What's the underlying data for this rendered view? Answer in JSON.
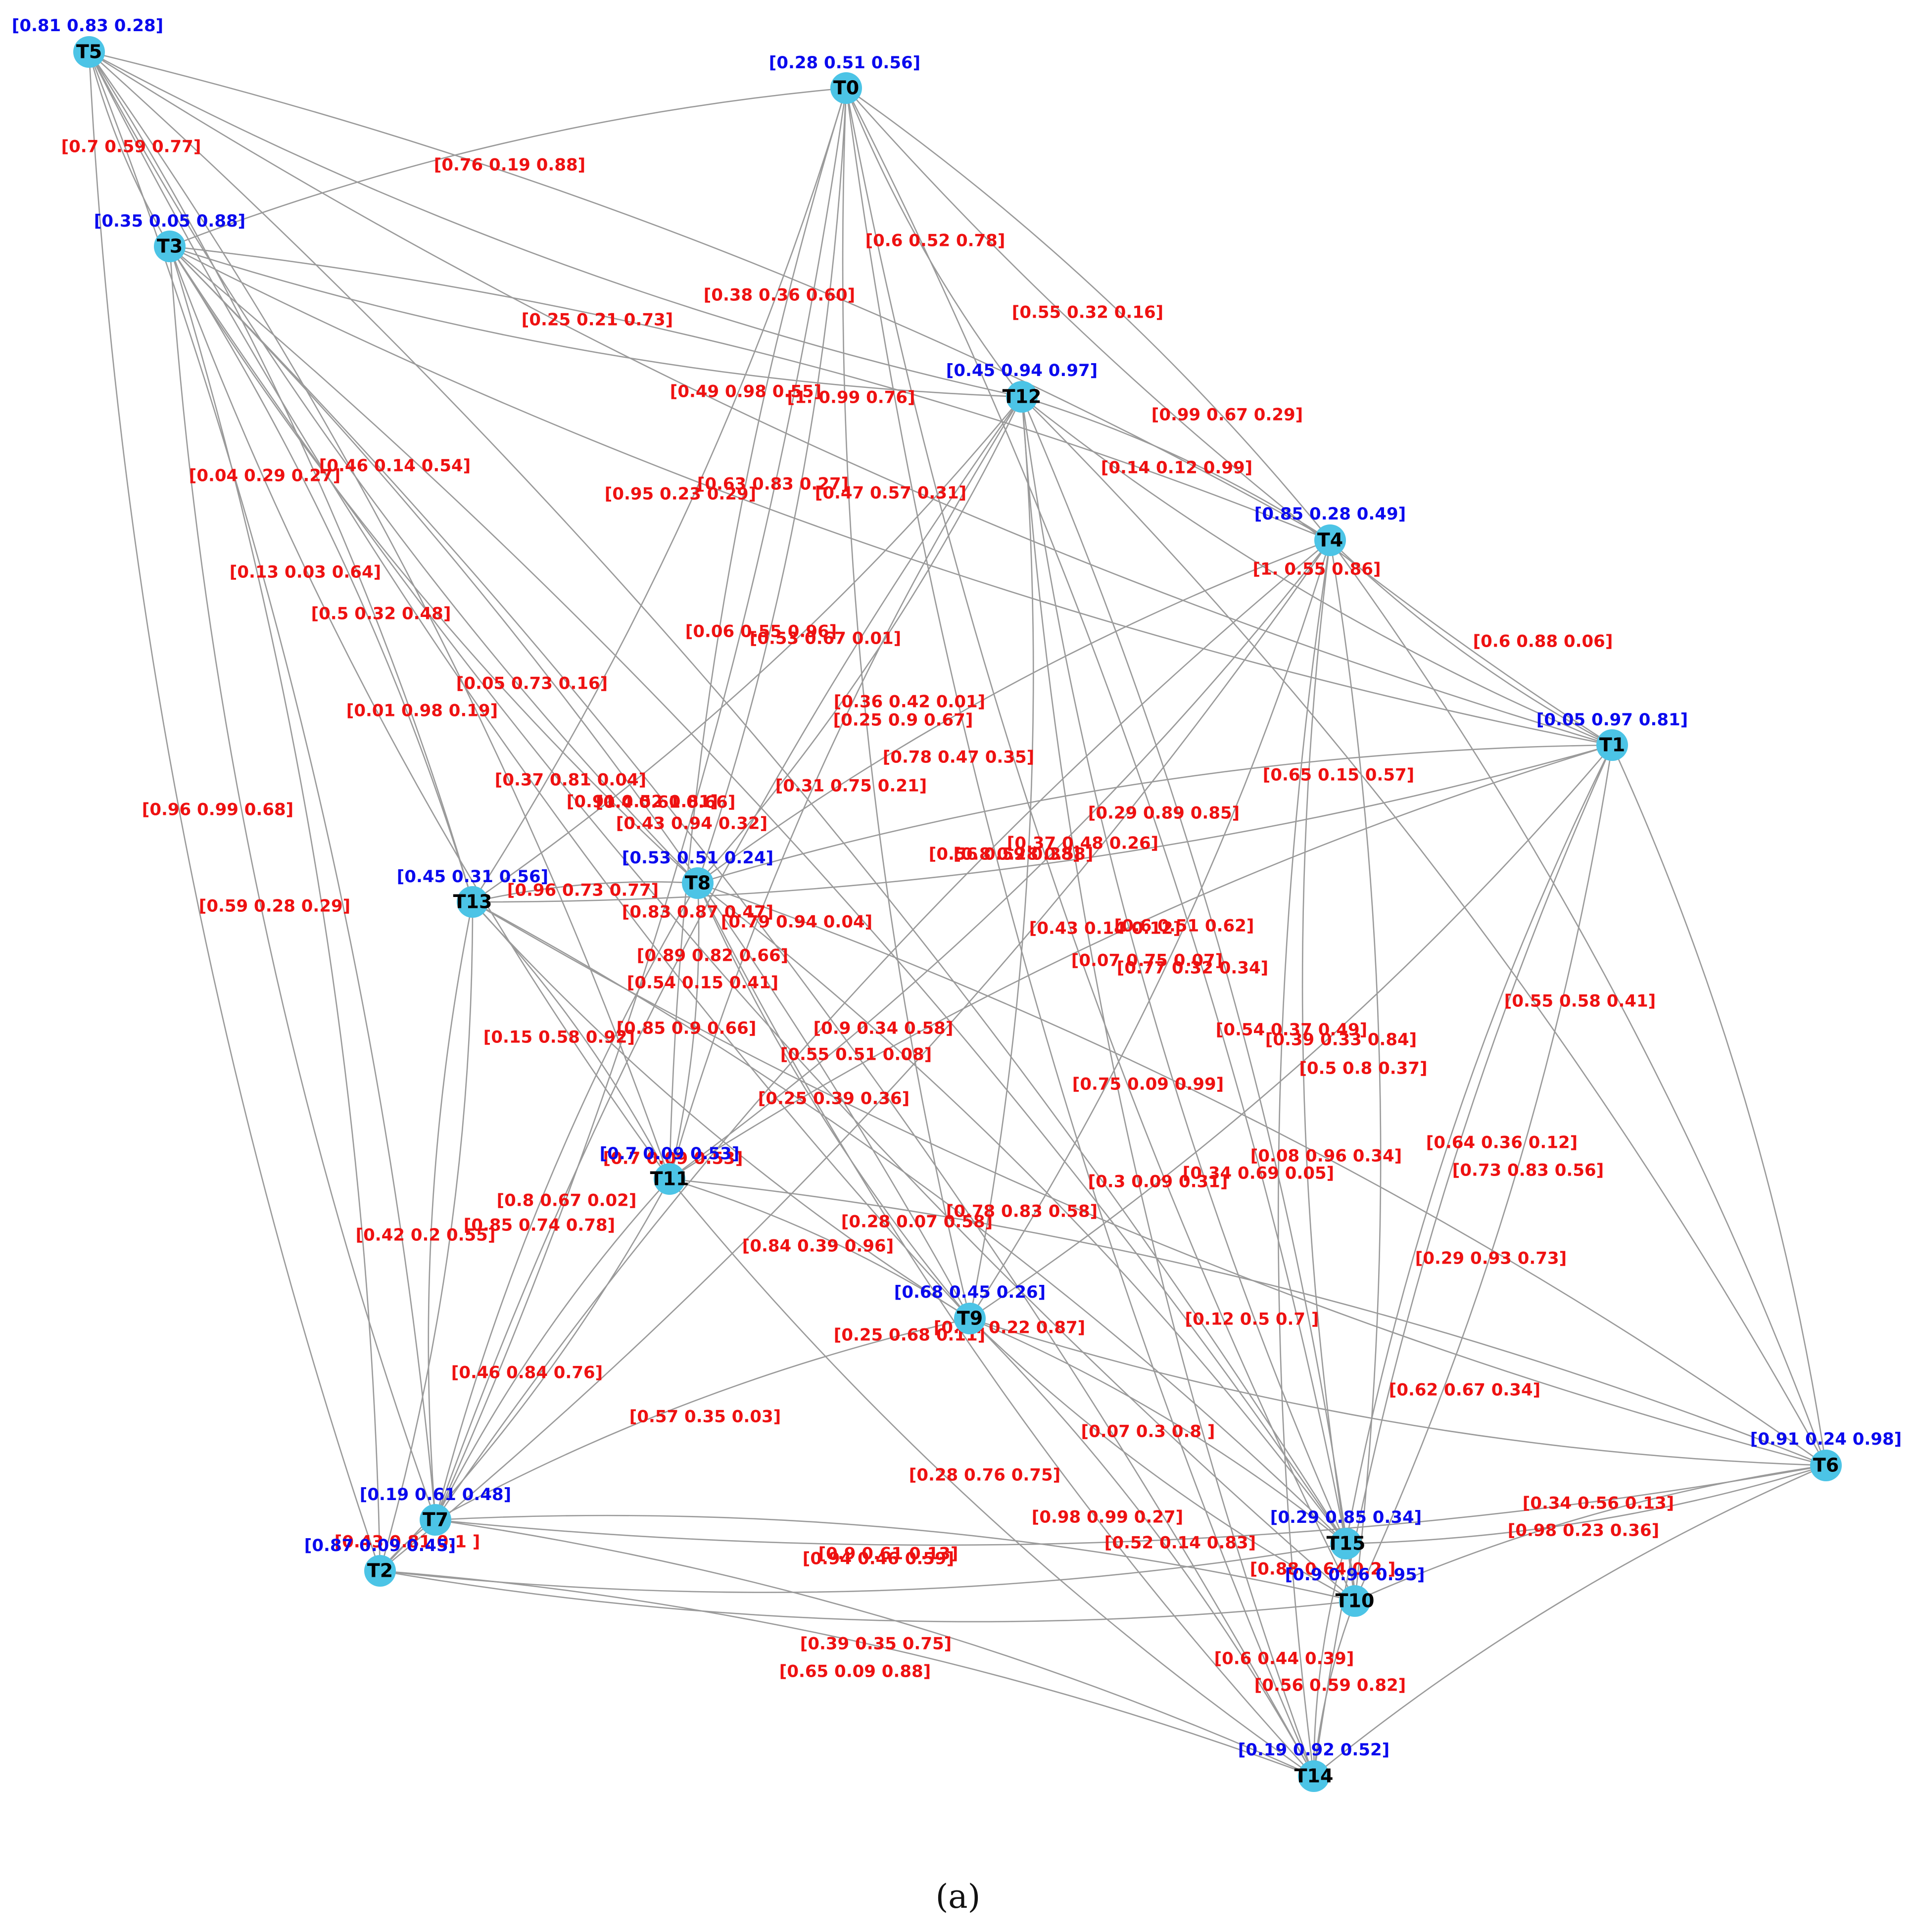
{
  "caption": "(a)",
  "colors": {
    "node_fill": "#4cc4e6",
    "edge": "#9a9a9a",
    "node_vector": "#0a0aee",
    "edge_label": "#ee1111",
    "node_label": "#000000"
  },
  "nodes": [
    {
      "id": "T0",
      "vector": "[0.28 0.51 0.56]"
    },
    {
      "id": "T1",
      "vector": "[0.05 0.97 0.81]"
    },
    {
      "id": "T2",
      "vector": "[0.87 0.09 0.45]"
    },
    {
      "id": "T3",
      "vector": "[0.35 0.05 0.88]"
    },
    {
      "id": "T4",
      "vector": "[0.85 0.28 0.49]"
    },
    {
      "id": "T5",
      "vector": "[0.81 0.83 0.28]"
    },
    {
      "id": "T6",
      "vector": "[0.91 0.24 0.98]"
    },
    {
      "id": "T7",
      "vector": "[0.19 0.61 0.48]"
    },
    {
      "id": "T8",
      "vector": "[0.53 0.51 0.24]"
    },
    {
      "id": "T9",
      "vector": "[0.68 0.45 0.26]"
    },
    {
      "id": "T10",
      "vector": "[0.9  0.96 0.95]"
    },
    {
      "id": "T11",
      "vector": "[0.7  0.09 0.53]"
    },
    {
      "id": "T12",
      "vector": "[0.45 0.94 0.97]"
    },
    {
      "id": "T13",
      "vector": "[0.45 0.31 0.56]"
    },
    {
      "id": "T14",
      "vector": "[0.19 0.92 0.52]"
    },
    {
      "id": "T15",
      "vector": "[0.29 0.85 0.34]"
    }
  ],
  "edges": [
    [
      "T5",
      "T3"
    ],
    [
      "T5",
      "T13"
    ],
    [
      "T5",
      "T2"
    ],
    [
      "T5",
      "T7"
    ],
    [
      "T5",
      "T12"
    ],
    [
      "T5",
      "T4"
    ],
    [
      "T5",
      "T8"
    ],
    [
      "T5",
      "T11"
    ],
    [
      "T5",
      "T9"
    ],
    [
      "T5",
      "T15"
    ],
    [
      "T5",
      "T1"
    ],
    [
      "T3",
      "T0"
    ],
    [
      "T3",
      "T12"
    ],
    [
      "T3",
      "T4"
    ],
    [
      "T3",
      "T1"
    ],
    [
      "T3",
      "T13"
    ],
    [
      "T3",
      "T7"
    ],
    [
      "T3",
      "T2"
    ],
    [
      "T3",
      "T11"
    ],
    [
      "T3",
      "T9"
    ],
    [
      "T3",
      "T8"
    ],
    [
      "T3",
      "T15"
    ],
    [
      "T3",
      "T10"
    ],
    [
      "T3",
      "T14"
    ],
    [
      "T0",
      "T12"
    ],
    [
      "T0",
      "T4"
    ],
    [
      "T0",
      "T1"
    ],
    [
      "T0",
      "T13"
    ],
    [
      "T0",
      "T11"
    ],
    [
      "T0",
      "T8"
    ],
    [
      "T0",
      "T9"
    ],
    [
      "T0",
      "T15"
    ],
    [
      "T0",
      "T10"
    ],
    [
      "T0",
      "T7"
    ],
    [
      "T0",
      "T14"
    ],
    [
      "T12",
      "T4"
    ],
    [
      "T12",
      "T1"
    ],
    [
      "T12",
      "T13"
    ],
    [
      "T12",
      "T11"
    ],
    [
      "T12",
      "T9"
    ],
    [
      "T12",
      "T15"
    ],
    [
      "T12",
      "T10"
    ],
    [
      "T12",
      "T14"
    ],
    [
      "T12",
      "T6"
    ],
    [
      "T12",
      "T7"
    ],
    [
      "T12",
      "T8"
    ],
    [
      "T4",
      "T1"
    ],
    [
      "T4",
      "T11"
    ],
    [
      "T4",
      "T7"
    ],
    [
      "T4",
      "T9"
    ],
    [
      "T4",
      "T15"
    ],
    [
      "T4",
      "T10"
    ],
    [
      "T4",
      "T14"
    ],
    [
      "T4",
      "T6"
    ],
    [
      "T4",
      "T8"
    ],
    [
      "T4",
      "T2"
    ],
    [
      "T1",
      "T8"
    ],
    [
      "T1",
      "T13"
    ],
    [
      "T1",
      "T11"
    ],
    [
      "T1",
      "T9"
    ],
    [
      "T1",
      "T15"
    ],
    [
      "T1",
      "T10"
    ],
    [
      "T1",
      "T14"
    ],
    [
      "T1",
      "T6"
    ],
    [
      "T8",
      "T13"
    ],
    [
      "T8",
      "T11"
    ],
    [
      "T8",
      "T9"
    ],
    [
      "T8",
      "T15"
    ],
    [
      "T8",
      "T7"
    ],
    [
      "T8",
      "T6"
    ],
    [
      "T8",
      "T14"
    ],
    [
      "T13",
      "T11"
    ],
    [
      "T13",
      "T9"
    ],
    [
      "T13",
      "T15"
    ],
    [
      "T13",
      "T7"
    ],
    [
      "T13",
      "T2"
    ],
    [
      "T13",
      "T6"
    ],
    [
      "T11",
      "T9"
    ],
    [
      "T11",
      "T7"
    ],
    [
      "T11",
      "T2"
    ],
    [
      "T11",
      "T14"
    ],
    [
      "T11",
      "T6"
    ],
    [
      "T9",
      "T7"
    ],
    [
      "T9",
      "T15"
    ],
    [
      "T9",
      "T10"
    ],
    [
      "T9",
      "T14"
    ],
    [
      "T9",
      "T6"
    ],
    [
      "T6",
      "T15"
    ],
    [
      "T6",
      "T10"
    ],
    [
      "T6",
      "T7"
    ],
    [
      "T6",
      "T14"
    ],
    [
      "T15",
      "T10"
    ],
    [
      "T15",
      "T14"
    ],
    [
      "T15",
      "T2"
    ],
    [
      "T10",
      "T7"
    ],
    [
      "T10",
      "T2"
    ],
    [
      "T10",
      "T14"
    ],
    [
      "T7",
      "T14"
    ],
    [
      "T7",
      "T2"
    ],
    [
      "T2",
      "T14"
    ]
  ],
  "edge_labels": [
    "[0.7  0.59 0.77]",
    "[0.76 0.19 0.88]",
    "[0.6  0.52 0.78]",
    "[0.38 0.36 0.60]",
    "[0.25 0.21 0.73]",
    "[0.55 0.32 0.16]",
    "[0.49 0.98 0.55]",
    "[1.   0.99 0.76]",
    "[0.99 0.67 0.29]",
    "[0.14 0.12 0.99]",
    "[0.04 0.29 0.27]",
    "[0.46 0.14 0.54]",
    "[0.63 0.83 0.27]",
    "[0.47 0.57 0.31]",
    "[0.95 0.23 0.29]",
    "[1.   0.55 0.86]",
    "[0.13 0.03 0.64]",
    "[0.5  0.32 0.48]",
    "[0.06 0.55 0.96]",
    "[0.53 0.67 0.01]",
    "[0.6  0.88 0.06]",
    "[0.05 0.73 0.16]",
    "[0.01 0.98 0.19]",
    "[0.36 0.42 0.01]",
    "[0.25 0.9  0.67]",
    "[0.78 0.47 0.35]",
    "[0.37 0.81 0.04]",
    "[0.4  0.61 0.66]",
    "[0.65 0.15 0.57]",
    "[0.96 0.99 0.68]",
    "[0.91 0.52 0.81]",
    "[0.31 0.75 0.21]",
    "[0.29 0.89 0.85]",
    "[0.43 0.94 0.32]",
    "[0.8  0.28 0.58]",
    "[0.37 0.48 0.26]",
    "[0.59 0.28 0.29]",
    "[0.96 0.73 0.77]",
    "[0.56 0.59 0.38]",
    "[0.83 0.87 0.47]",
    "[0.79 0.94 0.04]",
    "[0.43 0.14 0.12]",
    "[0.6  0.51 0.62]",
    "[0.89 0.82 0.66]",
    "[0.07 0.75 0.07]",
    "[0.77 0.32 0.34]",
    "[0.54 0.15 0.41]",
    "[0.55 0.58 0.41]",
    "[0.85 0.9  0.66]",
    "[0.9  0.34 0.58]",
    "[0.54 0.37 0.49]",
    "[0.15 0.58 0.92]",
    "[0.39 0.33 0.84]",
    "[0.55 0.51 0.08]",
    "[0.5  0.8  0.37]",
    "[0.75 0.09 0.99]",
    "[0.25 0.39 0.36]",
    "[0.64 0.36 0.12]",
    "[0.08 0.96 0.34]",
    "[0.7  0.09 0.53]",
    "[0.34 0.69 0.05]",
    "[0.73 0.83 0.56]",
    "[0.8  0.67 0.02]",
    "[0.3  0.09 0.31]",
    "[0.78 0.83 0.58]",
    "[0.42 0.2  0.55]",
    "[0.85 0.74 0.78]",
    "[0.28 0.07 0.58]",
    "[0.29 0.93 0.73]",
    "[0.84 0.39 0.96]",
    "[0.24 0.22 0.87]",
    "[0.12 0.5  0.7 ]",
    "[0.25 0.68 0.11]",
    "[0.46 0.84 0.76]",
    "[0.62 0.67 0.34]",
    "[0.57 0.35 0.03]",
    "[0.07 0.3  0.8 ]",
    "[0.28 0.76 0.75]",
    "[0.34 0.56 0.13]",
    "[0.98 0.99 0.27]",
    "[0.98 0.23 0.36]",
    "[0.43 0.81 0.1 ]",
    "[0.52 0.14 0.83]",
    "[0.9  0.61 0.13]",
    "[0.94 0.46 0.59]",
    "[0.88 0.64 0.2 ]",
    "[0.39 0.35 0.75]",
    "[0.6  0.44 0.39]",
    "[0.65 0.09 0.88]",
    "[0.56 0.59 0.82]"
  ]
}
